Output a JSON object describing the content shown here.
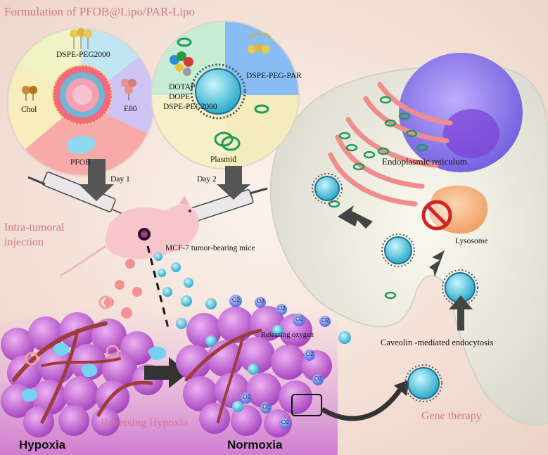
{
  "title": "Formulation of PFOB@Lipo/PAR-Lipo",
  "left_circle": {
    "labels": [
      "DSPE-PEG2000",
      "Chol",
      "E80",
      "PFOB"
    ]
  },
  "right_circle": {
    "labels": [
      "DOTAP",
      "DOPE",
      "DSPE-PEG2000",
      "DSPE-PEG-PAR",
      "Plasmid"
    ]
  },
  "days": {
    "day1": "Day 1",
    "day2": "Day 2"
  },
  "injection_label": [
    "Intra-tumoral",
    "injection"
  ],
  "mice_label": "MCF-7 tumor-bearing mice",
  "cell_labels": {
    "er": "Endoplasmic reticulum",
    "lysosome": "Lysosome",
    "endocytosis": "Caveolin -mediated endocytosis"
  },
  "releasing_oxygen": "Releasing oxygen",
  "o2_label": "O2",
  "reversing_hypoxia": "Reversing Hypoxia",
  "gene_therapy": "Gene therapy",
  "hypoxia": "Hypoxia",
  "normoxia": "Normoxia",
  "colors": {
    "title_pink": "#d7758c",
    "tumor_purple": "#b651c9",
    "er_red": "#ee8f8f",
    "nucleus_purple": "#8f7df0",
    "liposome_cyan": "#59d6ec",
    "plasmid_green": "#1e9a5a"
  }
}
